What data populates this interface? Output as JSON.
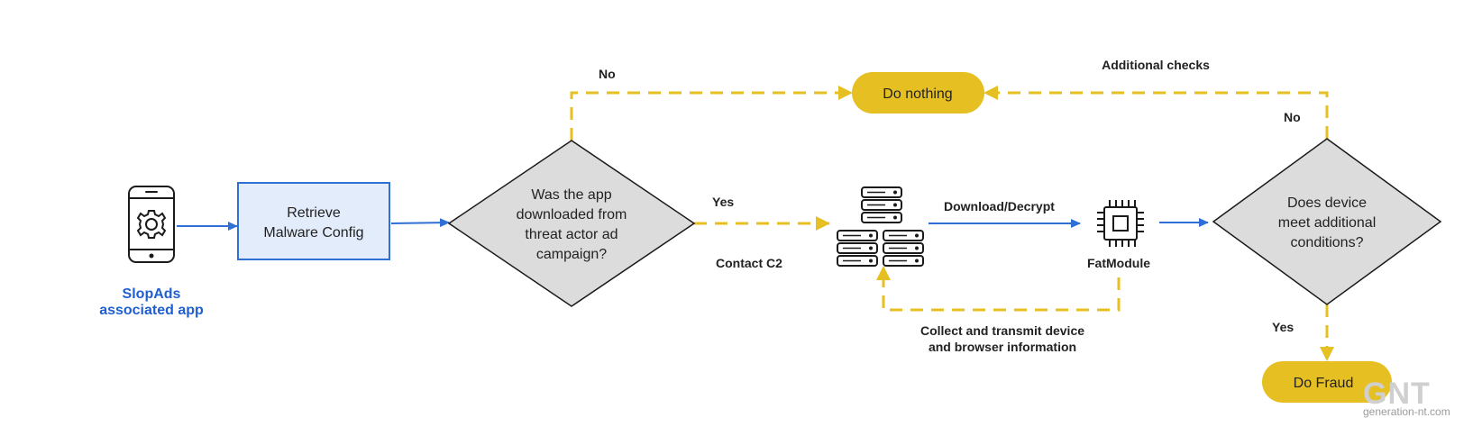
{
  "colors": {
    "flow_blue": "#2f6fd6",
    "dashed_yellow": "#e6c022",
    "box_fill": "#e3ecfa",
    "box_stroke": "#2f6fd6",
    "diamond_fill": "#dcdcdc",
    "pill_fill": "#e6c022",
    "app_label": "#1f5fd1"
  },
  "nodes": {
    "app_icon": {
      "icon": "smartphone-gear-icon",
      "label_line1": "SlopAds",
      "label_line2": "associated app"
    },
    "retrieve": {
      "line1": "Retrieve",
      "line2": "Malware Config"
    },
    "decision1": {
      "line1": "Was the app",
      "line2": "downloaded from",
      "line3": "threat actor ad",
      "line4": "campaign?"
    },
    "servers": {
      "icon": "server-stack-icon"
    },
    "fatmodule": {
      "icon": "cpu-chip-icon",
      "label": "FatModule"
    },
    "decision2": {
      "line1": "Does device",
      "line2": "meet additional",
      "line3": "conditions?"
    },
    "do_nothing": {
      "label": "Do nothing"
    },
    "do_fraud": {
      "label": "Do Fraud"
    }
  },
  "edges": {
    "d1_no": "No",
    "d1_yes": "Yes",
    "contact_c2": "Contact C2",
    "download_decrypt": "Download/Decrypt",
    "collect_line1": "Collect and transmit device",
    "collect_line2": "and browser information",
    "additional_checks": "Additional checks",
    "d2_no": "No",
    "d2_yes": "Yes"
  },
  "watermark": {
    "logo": "GNT",
    "site": "generation-nt.com"
  }
}
